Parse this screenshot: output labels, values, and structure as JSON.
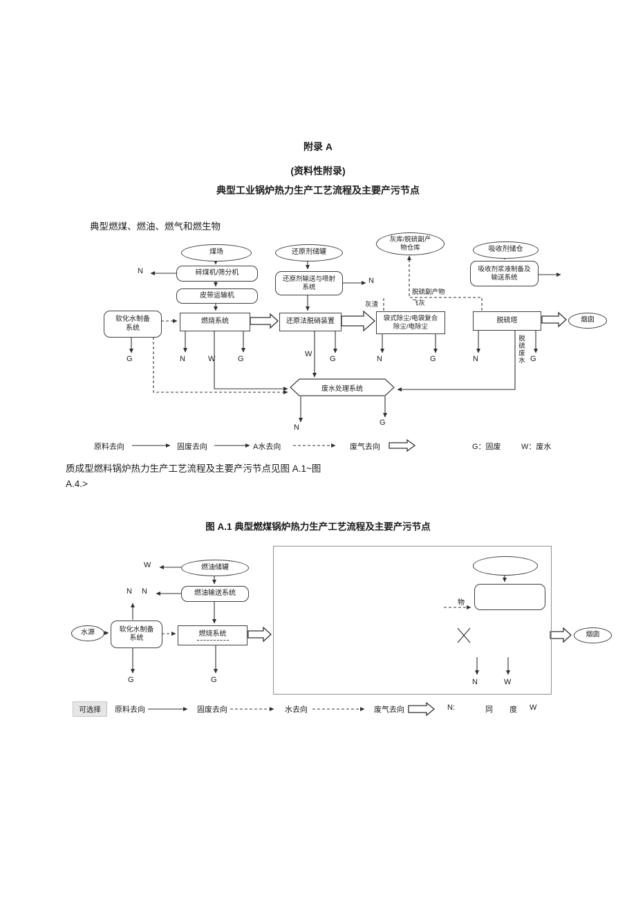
{
  "letters": {
    "N": "N",
    "W": "W",
    "G": "G"
  },
  "header": {
    "appendix": "附录 A",
    "note": "(资料性附录)",
    "title": "典型工业锅炉热力生产工艺流程及主要产污节点",
    "intro": "典型燃煤、燃油、燃气和燃生物"
  },
  "paragraph": {
    "line1": "质成型燃料锅炉热力生产工艺流程及主要产污节点见图 A.1~图",
    "line2": "A.4.>"
  },
  "caption": "图 A.1 典型燃煤锅炉热力生产工艺流程及主要产污节点",
  "d1": {
    "coal_yard": "煤场",
    "crusher": "碎煤机/筛分机",
    "belt": "皮带运输机",
    "reductant_tank": "还原剂储罐",
    "reductant_sys_l1": "还原剂输送与喷射",
    "reductant_sys_l2": "系统",
    "ash_store_l1": "灰库/脱硫副产",
    "ash_store_l2": "物仓库",
    "absorbent_silo": "吸收剂储仓",
    "absorbent_sys_l1": "吸收剂浆液制备及",
    "absorbent_sys_l2": "输送系统",
    "soft_water_l1": "软化水制备",
    "soft_water_l2": "系统",
    "combustion": "燃烧系统",
    "denitration": "还原法脱硝装置",
    "dedust_l1": "袋式除尘/电袋复合",
    "dedust_l2": "除尘/电除尘",
    "tower": "脱硫塔",
    "chimney": "烟囱",
    "byproduct": "脱硫副产物",
    "ash_slag": "灰渣",
    "fly_ash": "飞灰",
    "wastewater": "废水处理系统",
    "desulf_wastewater": "脱硫废水",
    "legend": {
      "raw": "原料去向",
      "solid": "固废去向",
      "water": "A水去向",
      "gas": "废气去向",
      "g": "G：固废",
      "w": "W：废水"
    }
  },
  "d2": {
    "oil_tank": "燃油储罐",
    "oil_sys": "燃油输送系统",
    "water_source": "水源",
    "soft_water_l1": "软化水制备",
    "soft_water_l2": "系统",
    "combustion": "燃烧系统",
    "chimney": "烟囱",
    "partial": "物",
    "legend": {
      "optional": "可选择",
      "raw": "原料去向",
      "solid": "固废去向",
      "water": "水去向",
      "gas": "废气去向",
      "n": "N:",
      "x1": "同",
      "x2": "度",
      "x3": "W"
    }
  }
}
